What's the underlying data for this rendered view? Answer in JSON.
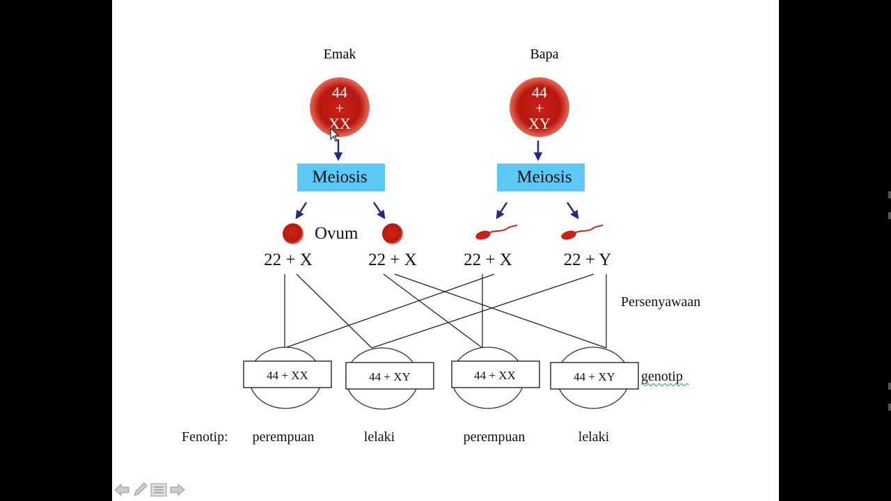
{
  "parents": {
    "mother": {
      "label": "Emak",
      "chromosomes": [
        "44",
        "+",
        "XX"
      ]
    },
    "father": {
      "label": "Bapa",
      "chromosomes": [
        "44",
        "+",
        "XY"
      ]
    }
  },
  "meiosis_label": "Meiosis",
  "ovum_label": "Ovum",
  "gametes": [
    "22 + X",
    "22 + X",
    "22 + X",
    "22 + Y"
  ],
  "fertilization_label": "Persenyawaan",
  "genotype_label": "genotip",
  "offspring_genotypes": [
    "44 + XX",
    "44 + XY",
    "44 + XX",
    "44 + XY"
  ],
  "phenotype_label": "Fenotip:",
  "offspring_phenotypes": [
    "perempuan",
    "lelaki",
    "perempuan",
    "lelaki"
  ],
  "colors": {
    "cell_red": "#c8201a",
    "meiosis_box": "#5bc8f5",
    "arrow_blue": "#1f2a8c",
    "background": "#000000",
    "slide": "#ffffff"
  },
  "controls": [
    "previous-arrow-icon",
    "pen-icon",
    "menu-icon",
    "next-arrow-icon"
  ]
}
